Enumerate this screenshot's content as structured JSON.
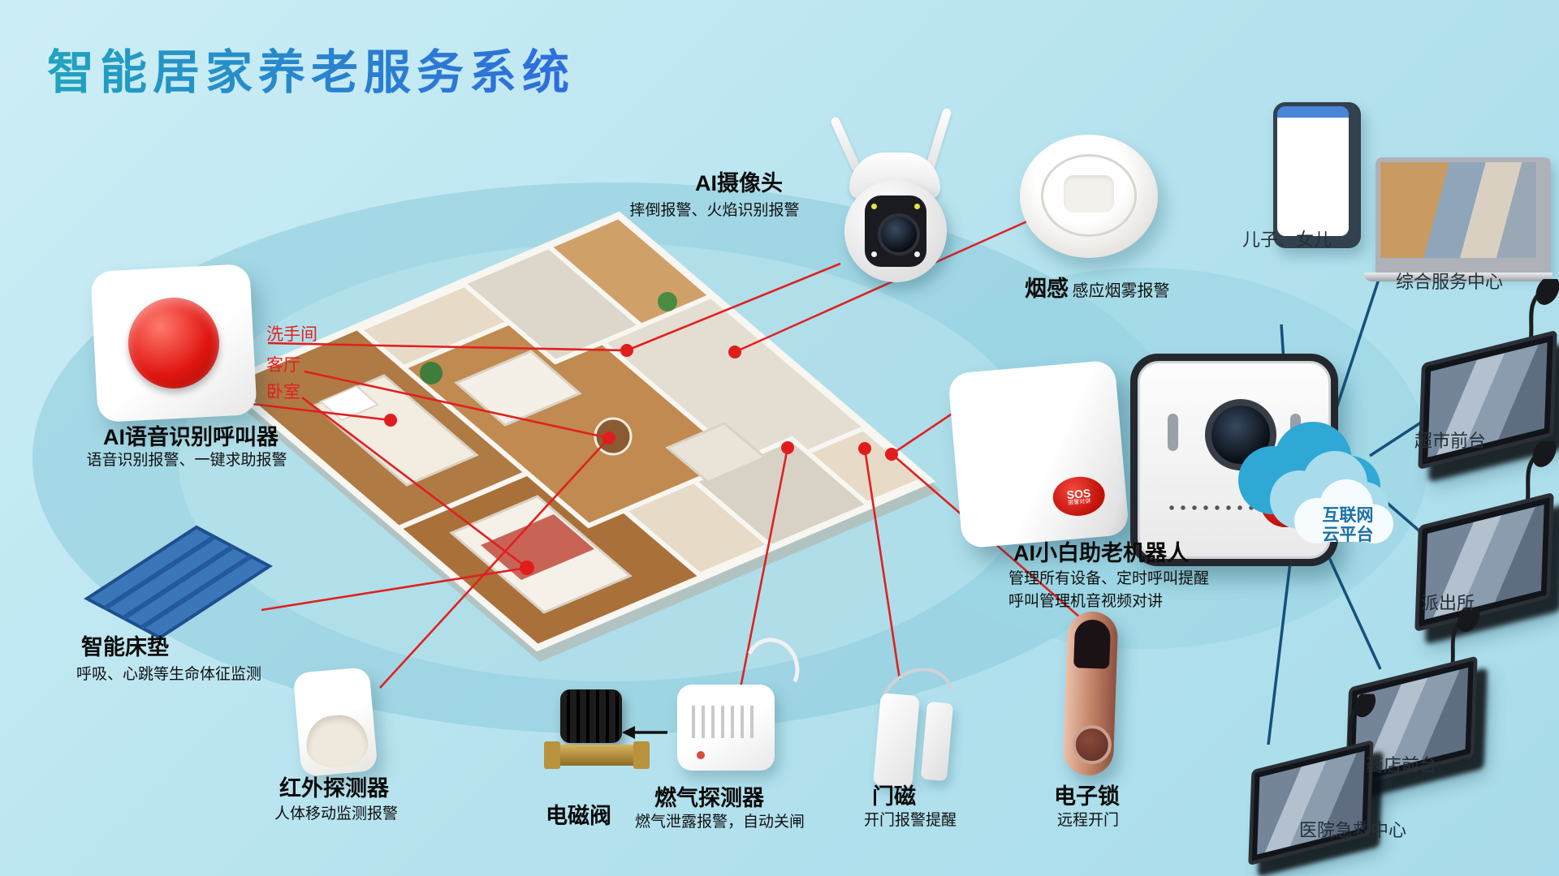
{
  "title": "智能居家养老服务系统",
  "rooms": {
    "bathroom": "洗手间",
    "living": "客厅",
    "bedroom": "卧室"
  },
  "devices": {
    "camera": {
      "title": "AI摄像头",
      "desc": "摔倒报警、火焰识别报警"
    },
    "smoke": {
      "title": "烟感",
      "desc": "感应烟雾报警"
    },
    "voice_caller": {
      "title": "AI语音识别呼叫器",
      "desc": "语音识别报警、一键求助报警"
    },
    "mattress": {
      "title": "智能床垫",
      "desc": "呼吸、心跳等生命体征监测"
    },
    "pir": {
      "title": "红外探测器",
      "desc": "人体移动监测报警"
    },
    "valve": {
      "title": "电磁阀"
    },
    "gas": {
      "title": "燃气探测器",
      "desc": "燃气泄露报警，自动关闸"
    },
    "door_sensor": {
      "title": "门磁",
      "desc": "开门报警提醒"
    },
    "lock": {
      "title": "电子锁",
      "desc": "远程开门"
    },
    "robot": {
      "title": "AI小白助老机器人",
      "desc_line1": "管理所有设备、定时呼叫提醒",
      "desc_line2": "呼叫管理机音视频对讲",
      "sos_label": "SOS",
      "sos_sub": "报警对讲"
    }
  },
  "cloud": {
    "line1": "互联网",
    "line2": "云平台"
  },
  "remote_endpoints": {
    "family": "儿子、女儿",
    "service_center": "综合服务中心",
    "supermarket": "超市前台",
    "police": "派出所",
    "pharmacy": "药店前台",
    "hospital": "医院急救中心"
  },
  "colors": {
    "accent_red": "#e02020",
    "link_navy": "#16507c",
    "title_gradient_start": "#21a3be",
    "title_gradient_end": "#2f6ddb",
    "cloud_dark": "#2fa8d5",
    "cloud_mid": "#a8dcec",
    "cloud_text": "#1b6fa8"
  }
}
